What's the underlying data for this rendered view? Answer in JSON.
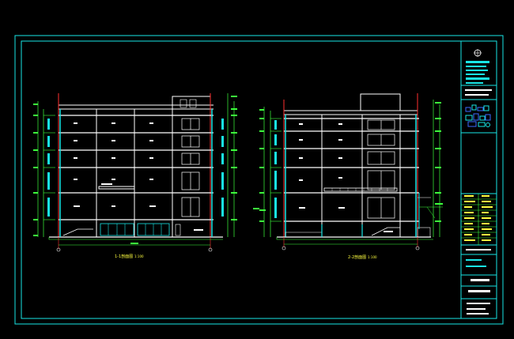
{
  "drawing": {
    "sheet_border_color": "#19e6e6",
    "line_white": "#ffffff",
    "line_cyan": "#19e6e6",
    "line_green": "#3cff3c",
    "line_red": "#ff3030",
    "line_yellow": "#ffff40",
    "line_blue": "#3c6cff",
    "line_magenta": "#ff40ff"
  },
  "sections": [
    {
      "id": "section-1-1",
      "caption": "1-1剖面图",
      "scale": "1:100",
      "floors": 6,
      "bays": 4
    },
    {
      "id": "section-2-2",
      "caption": "2-2剖面图",
      "scale": "1:100",
      "floors": 6,
      "bays": 3
    }
  ],
  "title_block": {
    "logo_icon": "company-seal-icon"
  }
}
